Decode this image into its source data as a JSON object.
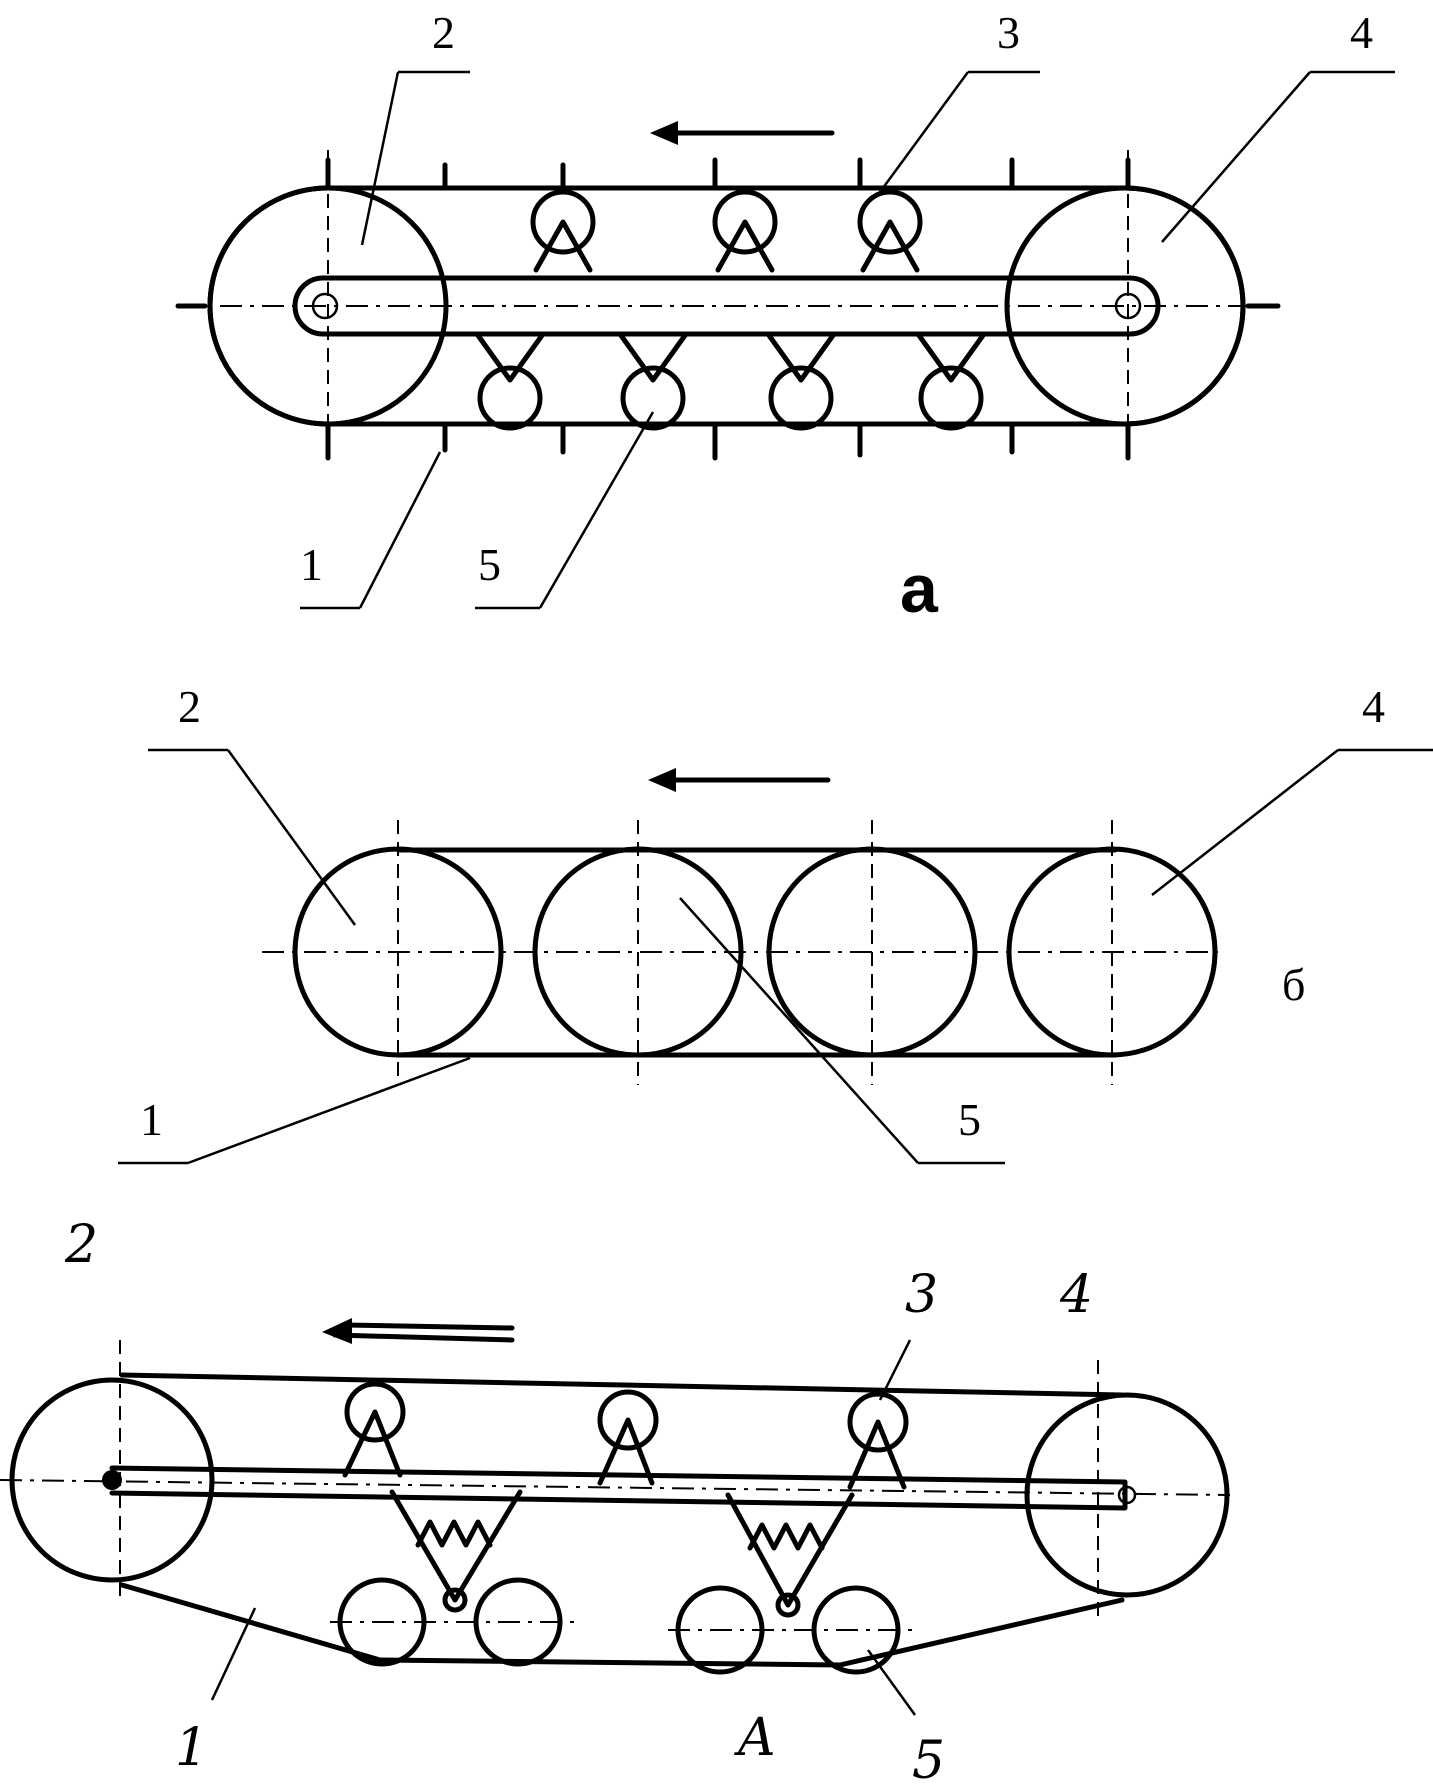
{
  "diagram_a": {
    "panel_label": "а",
    "labels": {
      "track": "1",
      "drive_wheel": "2",
      "support_roller": "3",
      "idler_wheel": "4",
      "road_wheel": "5"
    }
  },
  "diagram_b": {
    "panel_label": "б",
    "labels": {
      "track": "1",
      "drive_wheel": "2",
      "idler_wheel": "4",
      "road_wheel": "5"
    }
  },
  "diagram_c": {
    "labels": {
      "track": "1",
      "drive_wheel": "2",
      "support_roller": "3",
      "idler_wheel": "4",
      "road_wheel": "5",
      "point": "A"
    }
  }
}
